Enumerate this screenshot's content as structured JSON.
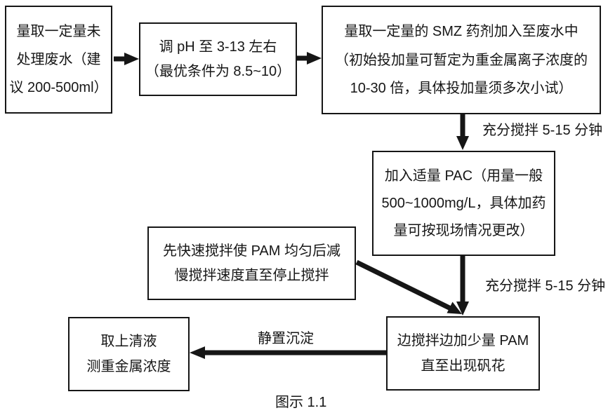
{
  "diagram": {
    "caption": "图示 1.1",
    "colors": {
      "line": "#161616",
      "background": "#ffffff"
    },
    "nodes": [
      {
        "id": "measure-wastewater",
        "lines": [
          "量取一定量未",
          "处理废水（建",
          "议 200-500ml）"
        ]
      },
      {
        "id": "adjust-ph",
        "lines": [
          "调 pH 至 3-13 左右",
          "（最优条件为 8.5~10）"
        ]
      },
      {
        "id": "add-smz",
        "lines": [
          "量取一定量的 SMZ 药剂加入至废水中",
          "（初始投加量可暂定为重金属离子浓度的",
          "10-30 倍，具体投加量须多次小试）"
        ]
      },
      {
        "id": "add-pac",
        "lines": [
          "加入适量 PAC（用量一般",
          "500~1000mg/L，具体加药",
          "量可按现场情况更改）"
        ]
      },
      {
        "id": "stir-pam-speed",
        "lines": [
          "先快速搅拌使 PAM 均匀后减",
          "慢搅拌速度直至停止搅拌"
        ]
      },
      {
        "id": "add-pam-floc",
        "lines": [
          "边搅拌边加少量 PAM",
          "直至出现矾花"
        ]
      },
      {
        "id": "take-supernatant",
        "lines": [
          "取上清液",
          "测重金属浓度"
        ]
      }
    ],
    "edge_labels": [
      {
        "id": "stir-after-smz",
        "text": "充分搅拌 5-15 分钟"
      },
      {
        "id": "stir-after-pac",
        "text": "充分搅拌 5-15 分钟"
      },
      {
        "id": "settle",
        "text": "静置沉淀"
      }
    ]
  }
}
